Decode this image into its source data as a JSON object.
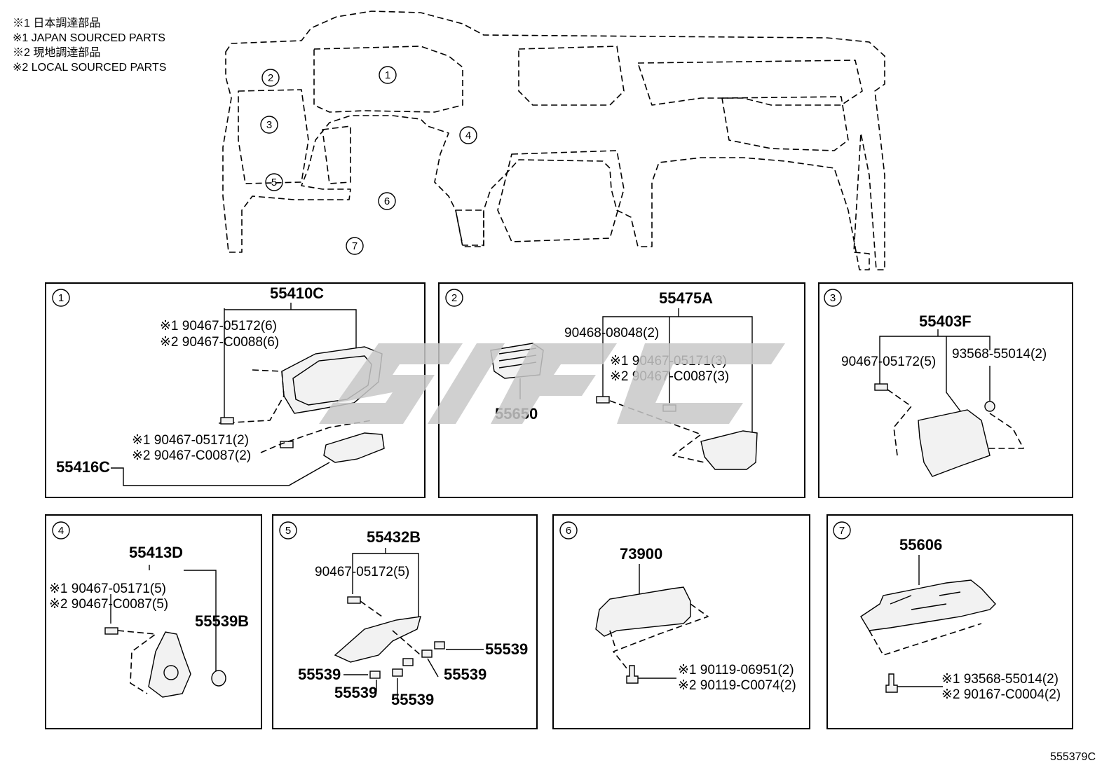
{
  "notes": [
    "※1 日本調達部品",
    "※1 JAPAN SOURCED PARTS",
    "※2 現地調達部品",
    "※2 LOCAL SOURCED PARTS"
  ],
  "overview_labels": [
    "1",
    "2",
    "3",
    "4",
    "5",
    "6",
    "7"
  ],
  "panels": {
    "p1": {
      "num": "1",
      "main": "55410C",
      "clip_a1": "※1 90467-05172(6)",
      "clip_a2": "※2 90467-C0088(6)",
      "clip_b1": "※1 90467-05171(2)",
      "clip_b2": "※2 90467-C0087(2)",
      "sub": "55416C"
    },
    "p2": {
      "num": "2",
      "main": "55475A",
      "clip_a": "90468-08048(2)",
      "clip_b1": "※1 90467-05171(3)",
      "clip_b2": "※2 90467-C0087(3)",
      "vent": "55650"
    },
    "p3": {
      "num": "3",
      "main": "55403F",
      "clip_a": "90467-05172(5)",
      "screw": "93568-55014(2)"
    },
    "p4": {
      "num": "4",
      "main": "55413D",
      "clip_1": "※1 90467-05171(5)",
      "clip_2": "※2 90467-C0087(5)",
      "sub": "55539B"
    },
    "p5": {
      "num": "5",
      "main": "55432B",
      "clip_a": "90467-05172(5)",
      "c1": "55539",
      "c2": "55539",
      "c3": "55539",
      "c4": "55539",
      "c5": "55539"
    },
    "p6": {
      "num": "6",
      "main": "73900",
      "bolt_1": "※1 90119-06951(2)",
      "bolt_2": "※2 90119-C0074(2)"
    },
    "p7": {
      "num": "7",
      "main": "55606",
      "bolt_1": "※1 93568-55014(2)",
      "bolt_2": "※2 90167-C0004(2)"
    }
  },
  "figure_id": "555379C"
}
